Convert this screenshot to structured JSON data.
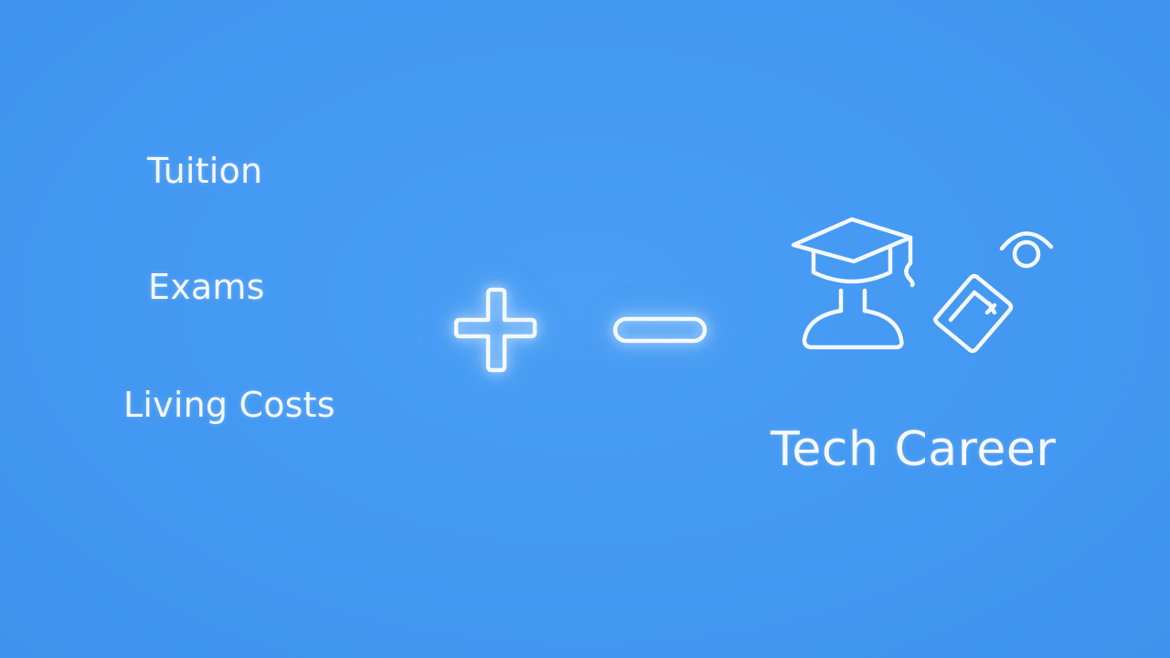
{
  "colors": {
    "background": "#4499f2",
    "foreground": "#f4f8ff"
  },
  "costs": {
    "items": [
      {
        "label": "Tuition"
      },
      {
        "label": "Exams"
      },
      {
        "label": "Living Costs"
      }
    ]
  },
  "operators": [
    {
      "icon": "plus-icon"
    },
    {
      "icon": "minus-icon"
    }
  ],
  "career": {
    "icons": [
      "graduation-cap-person-icon",
      "tablet-device-icon",
      "eye-sensor-icon"
    ],
    "title": "Tech Career"
  }
}
